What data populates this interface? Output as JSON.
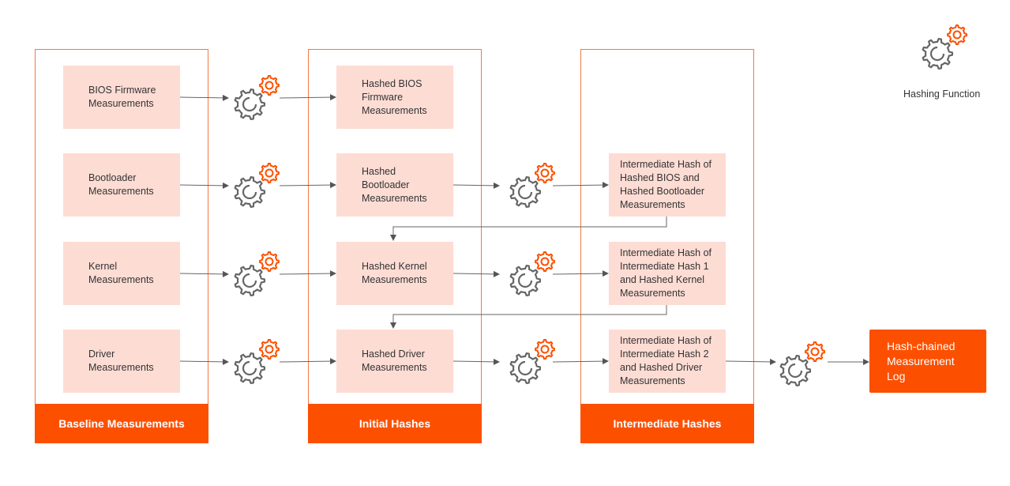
{
  "columns": {
    "baseline": "Baseline Measurements",
    "initial": "Initial Hashes",
    "intermediate": "Intermediate Hashes"
  },
  "baseline_boxes": [
    "BIOS Firmware\nMeasurements",
    "Bootloader\nMeasurements",
    "Kernel\nMeasurements",
    "Driver\nMeasurements"
  ],
  "initial_boxes": [
    "Hashed BIOS\nFirmware\nMeasurements",
    "Hashed\nBootloader\nMeasurements",
    "Hashed Kernel\nMeasurements",
    "Hashed Driver\nMeasurements"
  ],
  "intermediate_boxes": [
    "Intermediate Hash of\nHashed BIOS and\nHashed Bootloader\nMeasurements",
    "Intermediate Hash of\nIntermediate Hash 1\nand Hashed Kernel\nMeasurements",
    "Intermediate Hash of\nIntermediate Hash 2\nand Hashed Driver\nMeasurements"
  ],
  "result": "Hash-chained\nMeasurement\nLog",
  "legend": {
    "label": "Hashing Function",
    "icon": "hashing-function-icon"
  },
  "colors": {
    "accent": "#fc5000",
    "box": "#fddcd4",
    "border": "#f47a45",
    "gear_gray": "#666666",
    "arrow": "#555555"
  }
}
